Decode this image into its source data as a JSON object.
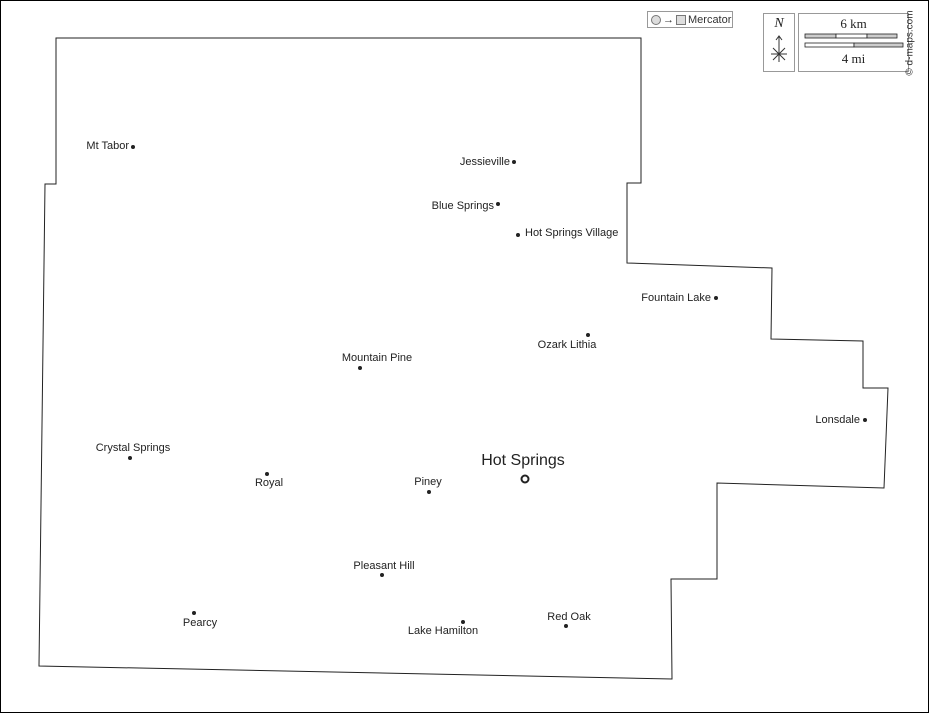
{
  "projection": {
    "label": "Mercator",
    "icon": "circle-to-square-icon"
  },
  "north": {
    "label": "N"
  },
  "scale": {
    "km": "6 km",
    "mi": "4 mi"
  },
  "copyright": "© d-maps.com",
  "capital": {
    "name": "Hot Springs"
  },
  "places": [
    "Mt Tabor",
    "Jessieville",
    "Blue Springs",
    "Hot Springs Village",
    "Fountain Lake",
    "Ozark Lithia",
    "Mountain Pine",
    "Lonsdale",
    "Crystal Springs",
    "Royal",
    "Piney",
    "Pleasant Hill",
    "Pearcy",
    "Lake Hamilton",
    "Red Oak"
  ]
}
